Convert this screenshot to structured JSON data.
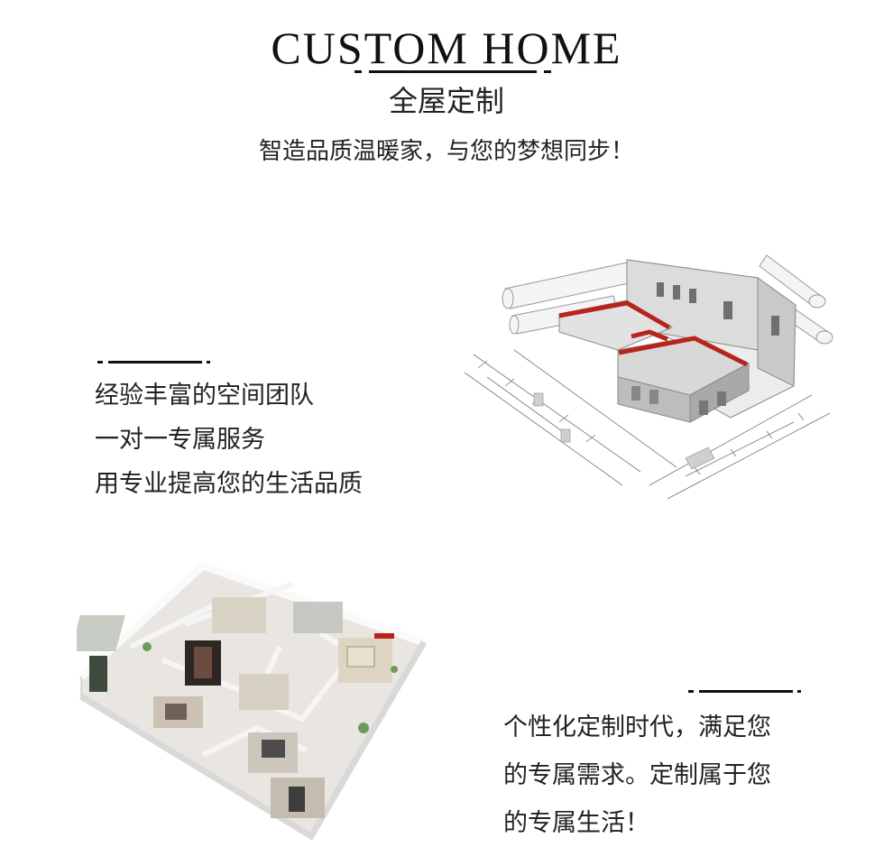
{
  "header": {
    "title": "CUSTOM HOME",
    "subtitle": "全屋定制",
    "tagline": "智造品质温暖家，与您的梦想同步！"
  },
  "section1": {
    "lines": [
      "经验丰富的空间团队",
      "一对一专属服务",
      "用专业提高您的生活品质"
    ],
    "image": "architectural-house-model-with-blueprints"
  },
  "section2": {
    "lines": [
      "个性化定制时代，满足您",
      "的专属需求。定制属于您",
      "的专属生活！"
    ],
    "image": "3d-apartment-floor-plan"
  },
  "colors": {
    "text": "#222222",
    "accent_red": "#b8241c",
    "background": "#ffffff"
  }
}
